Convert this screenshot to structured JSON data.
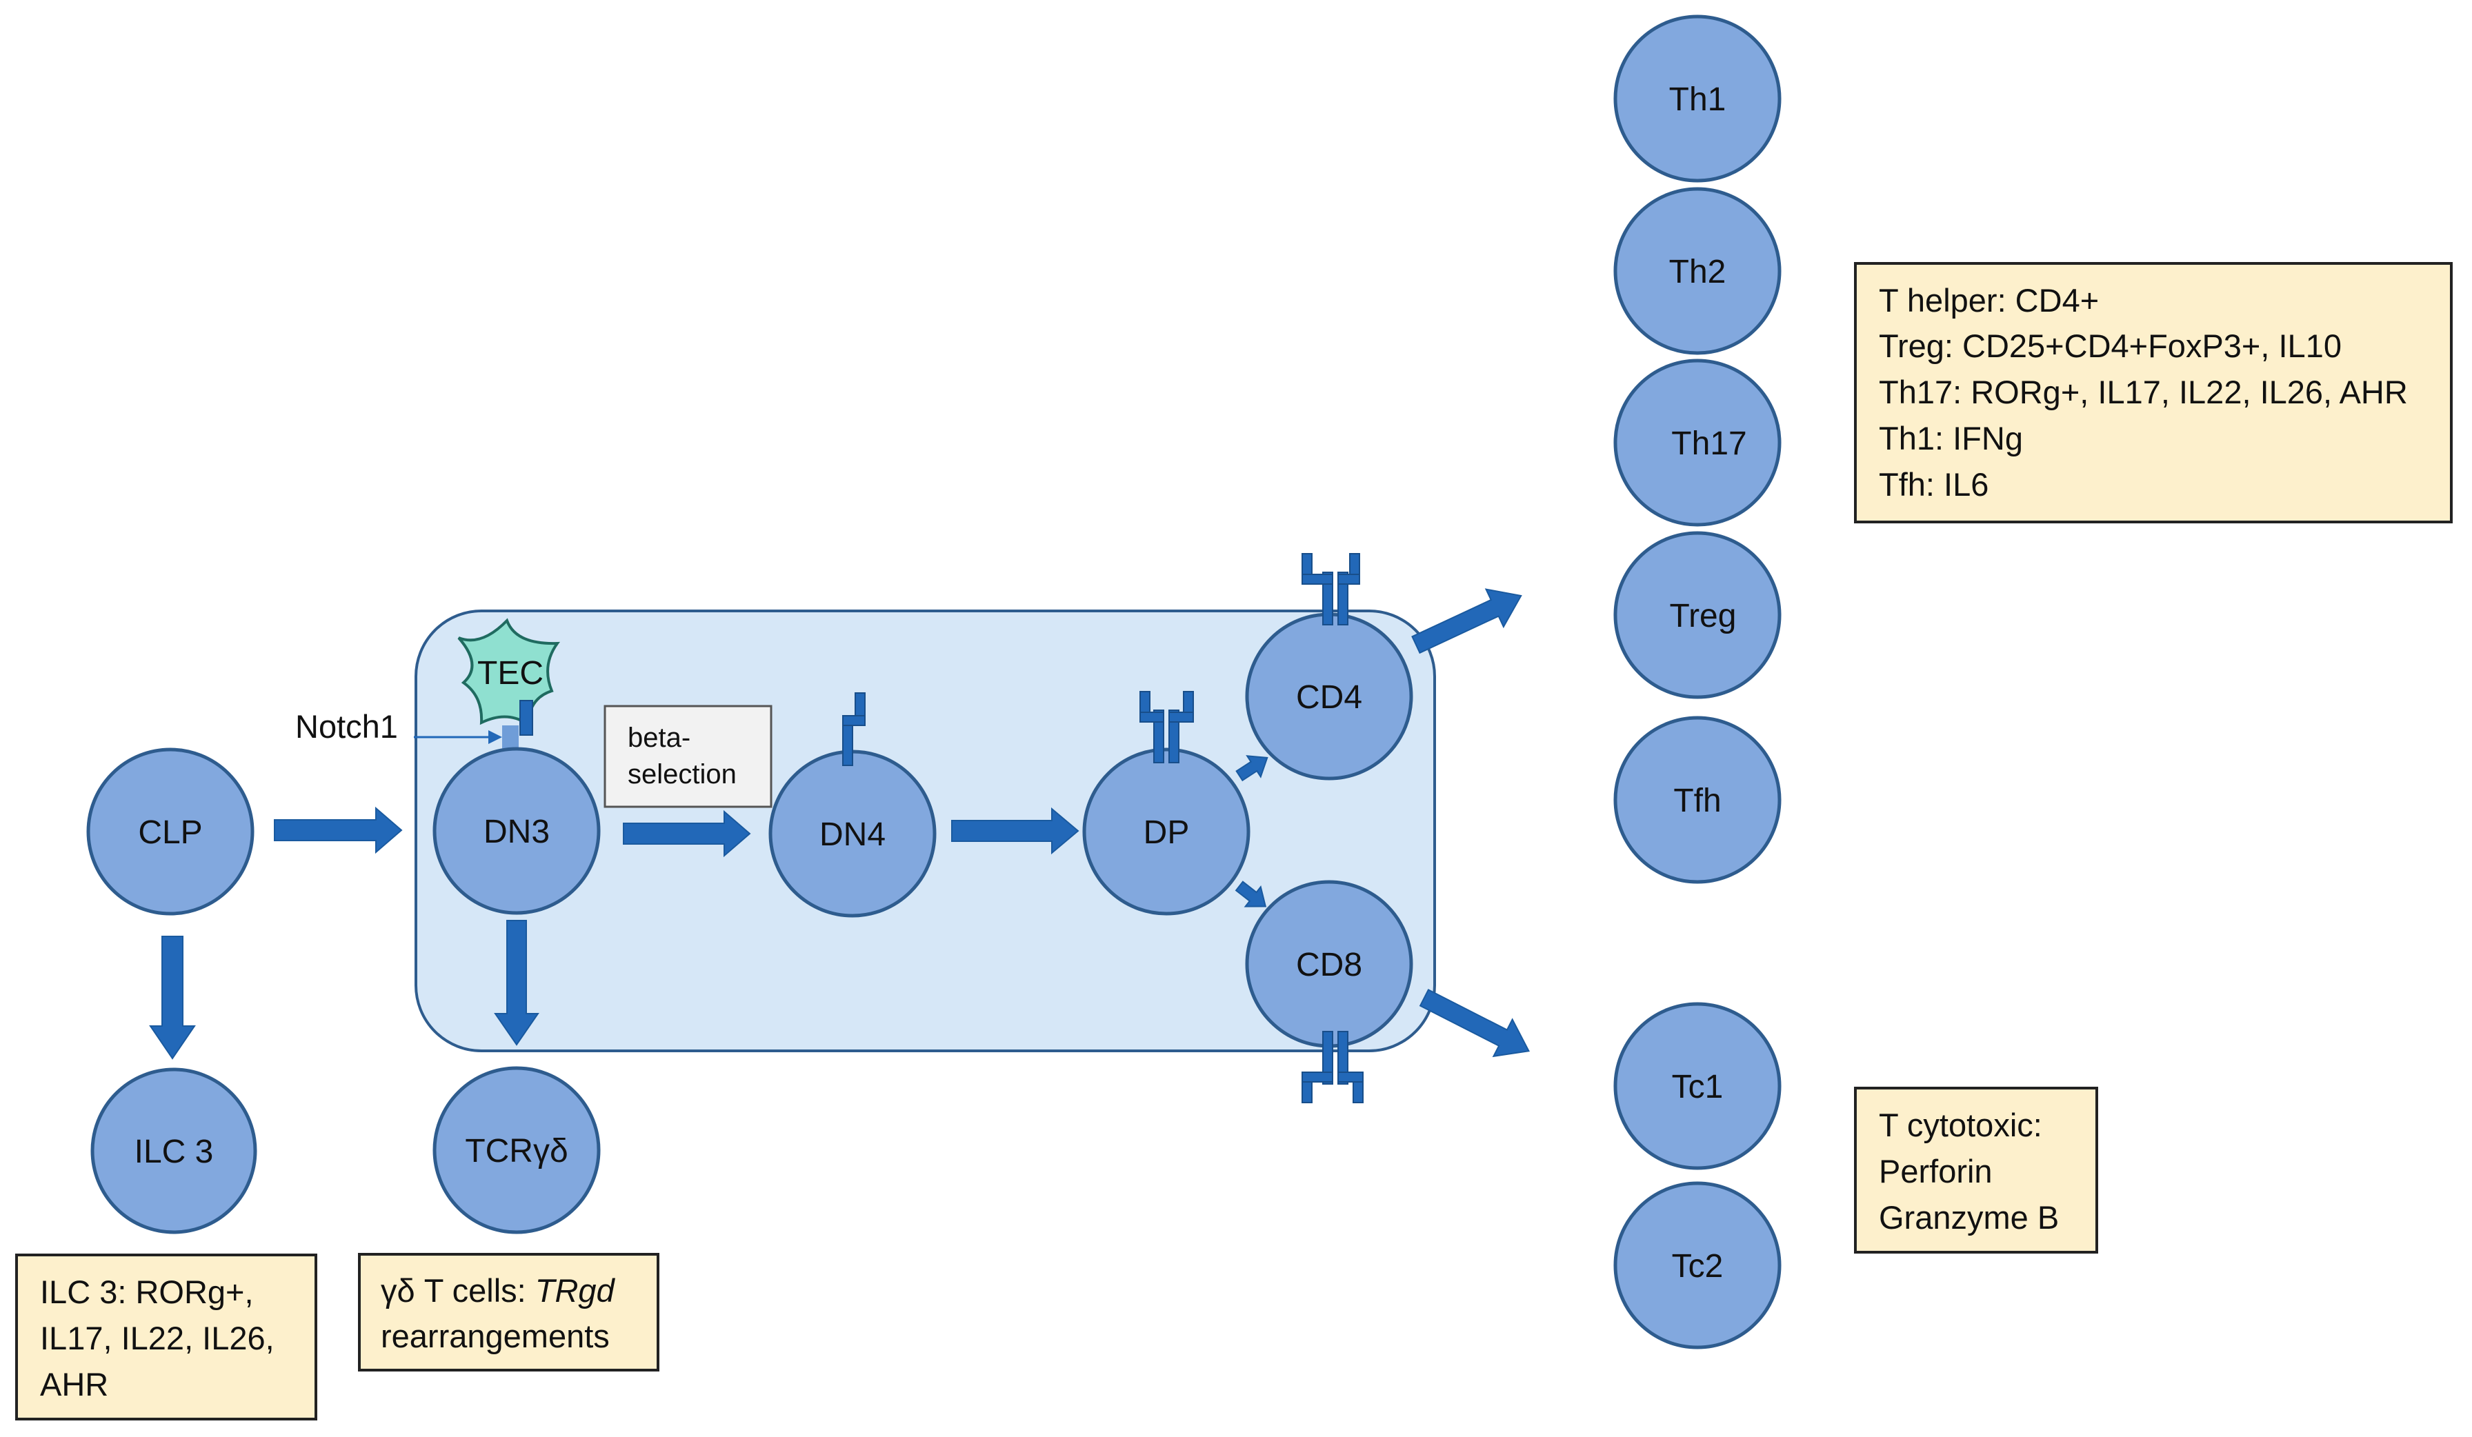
{
  "cells": {
    "clp": "CLP",
    "ilc3": "ILC 3",
    "dn3": "DN3",
    "dn4": "DN4",
    "dp": "DP",
    "cd4": "CD4",
    "cd8": "CD8",
    "tcrgd": "TCRγδ",
    "th1": "Th1",
    "th2": "Th2",
    "th17": "Th17",
    "treg": "Treg",
    "tfh": "Tfh",
    "tc1": "Tc1",
    "tc2": "Tc2"
  },
  "tec": "TEC",
  "notch1": "Notch1",
  "beta_selection": [
    "beta-",
    "selection"
  ],
  "t_helper_box": [
    "T helper: CD4+",
    "Treg: CD25+CD4+FoxP3+, IL10",
    "Th17: RORg+, IL17, IL22, IL26, AHR",
    "Th1: IFNg",
    "Tfh: IL6"
  ],
  "t_cytotoxic_box": [
    "T cytotoxic:",
    "Perforin",
    "Granzyme B"
  ],
  "ilc3_box": [
    "ILC 3: RORg+,",
    "IL17, IL22, IL26,",
    "AHR"
  ],
  "gd_box": {
    "line1_prefix": "γδ T cells: ",
    "line1_italic": "TRgd",
    "line2": "rearrangements"
  },
  "colors": {
    "cell_fill": "#82a8de",
    "cell_stroke": "#2e5c8e",
    "thymus_fill": "#d6e7f7",
    "arrow": "#2268b8",
    "note_fill": "#fdf0cc",
    "tec_fill": "#8fe0d0"
  }
}
